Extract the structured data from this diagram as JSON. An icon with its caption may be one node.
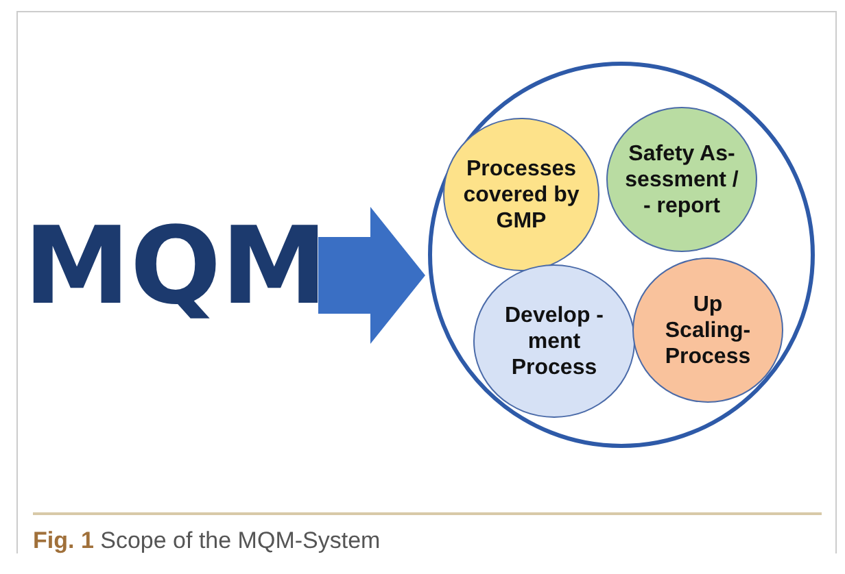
{
  "diagram": {
    "caption": "**Fig. 1** Scope of the MQM-System",
    "nodes": [
      {
        "text": [
          "MQM"
        ]
      },
      {
        "text": [],
        "shape": "circle"
      },
      {
        "text": [
          "Processes covered by GMP"
        ],
        "in": 1
      },
      {
        "text": [
          "Safety As- sessment / - report"
        ],
        "in": 1
      },
      {
        "text": [
          "Develop - ment Process"
        ],
        "in": 1
      },
      {
        "text": [
          "Up Scaling- Process"
        ],
        "in": 1
      }
    ],
    "edges": [
      {
        "from": 0,
        "to": 1,
        "arrow": "to"
      }
    ]
  }
}
